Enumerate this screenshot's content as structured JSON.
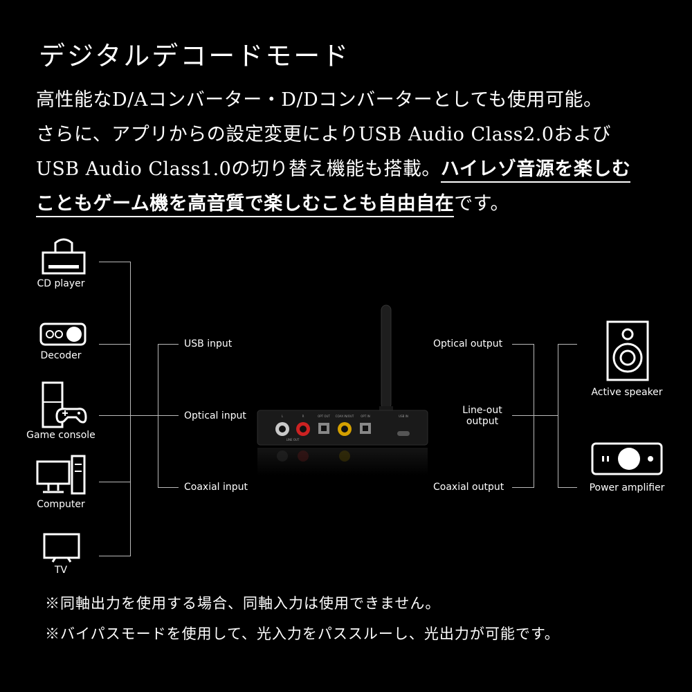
{
  "title": "デジタルデコードモード",
  "description": {
    "line1": "高性能なD/Aコンバーター・D/Dコンバーターとしても使用可能。",
    "line2": "さらに、アプリからの設定変更によりUSB Audio Class2.0および",
    "line3_plain": "USB Audio Class1.0の切り替え機能も搭載。",
    "line3_highlight": "ハイレゾ音源を楽しむ",
    "line4_highlight": "こともゲーム機を高音質で楽しむことも自由自在",
    "line4_plain": "です。"
  },
  "sources": [
    {
      "label": "CD player",
      "icon": "cd-player-icon"
    },
    {
      "label": "Decoder",
      "icon": "decoder-icon"
    },
    {
      "label": "Game console",
      "icon": "game-console-icon"
    },
    {
      "label": "Computer",
      "icon": "computer-icon"
    },
    {
      "label": "TV",
      "icon": "tv-icon"
    }
  ],
  "inputs": [
    "USB input",
    "Optical input",
    "Coaxial input"
  ],
  "outputs": [
    "Optical output",
    "Line-out output",
    "Coaxial output"
  ],
  "sinks": [
    {
      "label": "Active speaker",
      "icon": "speaker-icon"
    },
    {
      "label": "Power amplifier",
      "icon": "amplifier-icon"
    }
  ],
  "device_labels": {
    "l": "L",
    "r": "R",
    "opt_out": "OPT OUT",
    "coax": "COAX IN/OUT",
    "opt_in": "OPT IN",
    "usb": "USB IN",
    "line_out": "LINE OUT"
  },
  "notes": [
    "※同軸出力を使用する場合、同軸入力は使用できません。",
    "※バイパスモードを使用して、光入力をパススルーし、光出力が可能です。"
  ]
}
